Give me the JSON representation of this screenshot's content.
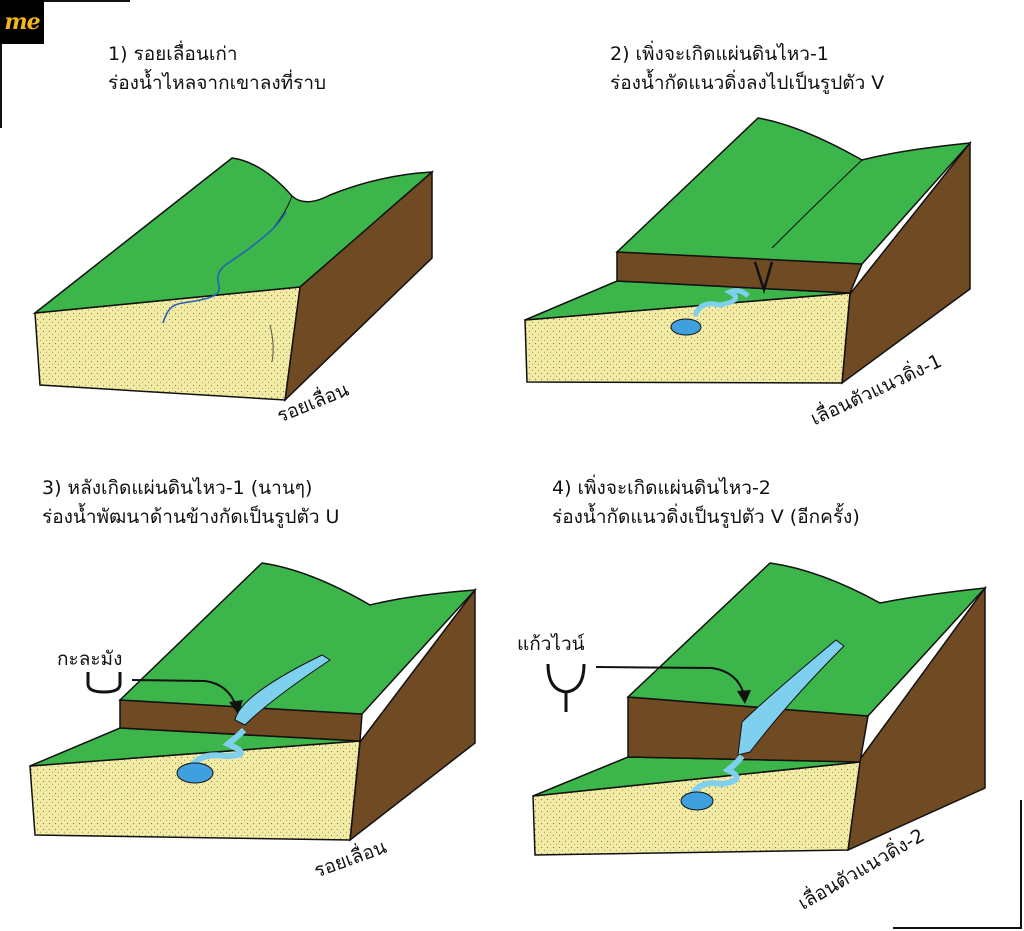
{
  "logo": {
    "text": "me",
    "color": "#f3b81c"
  },
  "panels": [
    {
      "caption_line1": "1) รอยเลื่อนเก่า",
      "caption_line2": "ร่องน้ำไหลจากเขาลงที่ราบ",
      "fault_label": "รอยเลื่อน"
    },
    {
      "caption_line1": "2) เพิ่งจะเกิดแผ่นดินไหว-1",
      "caption_line2": "ร่องน้ำกัดแนวดิ่งลงไปเป็นรูปตัว V",
      "fault_label": "เลื่อนตัวแนวดิ่ง-1"
    },
    {
      "caption_line1": "3) หลังเกิดแผ่นดินไหว-1 (นานๆ)",
      "caption_line2": "ร่องน้ำพัฒนาด้านข้างกัดเป็นรูปตัว U",
      "fault_label": "รอยเลื่อน",
      "shape_label": "กะละมัง"
    },
    {
      "caption_line1": "4) เพิ่งจะเกิดแผ่นดินไหว-2",
      "caption_line2": "ร่องน้ำกัดแนวดิ่งเป็นรูปตัว V (อีกครั้ง)",
      "fault_label": "เลื่อนตัวแนวดิ่ง-2",
      "shape_label": "แก้วไวน์"
    }
  ],
  "colors": {
    "grass": "#3cb54a",
    "soil": "#6f4a22",
    "sand": "#f2eba6",
    "water": "#7fd0ee",
    "pond": "#3fa0dd",
    "river_line": "#2462b8"
  }
}
